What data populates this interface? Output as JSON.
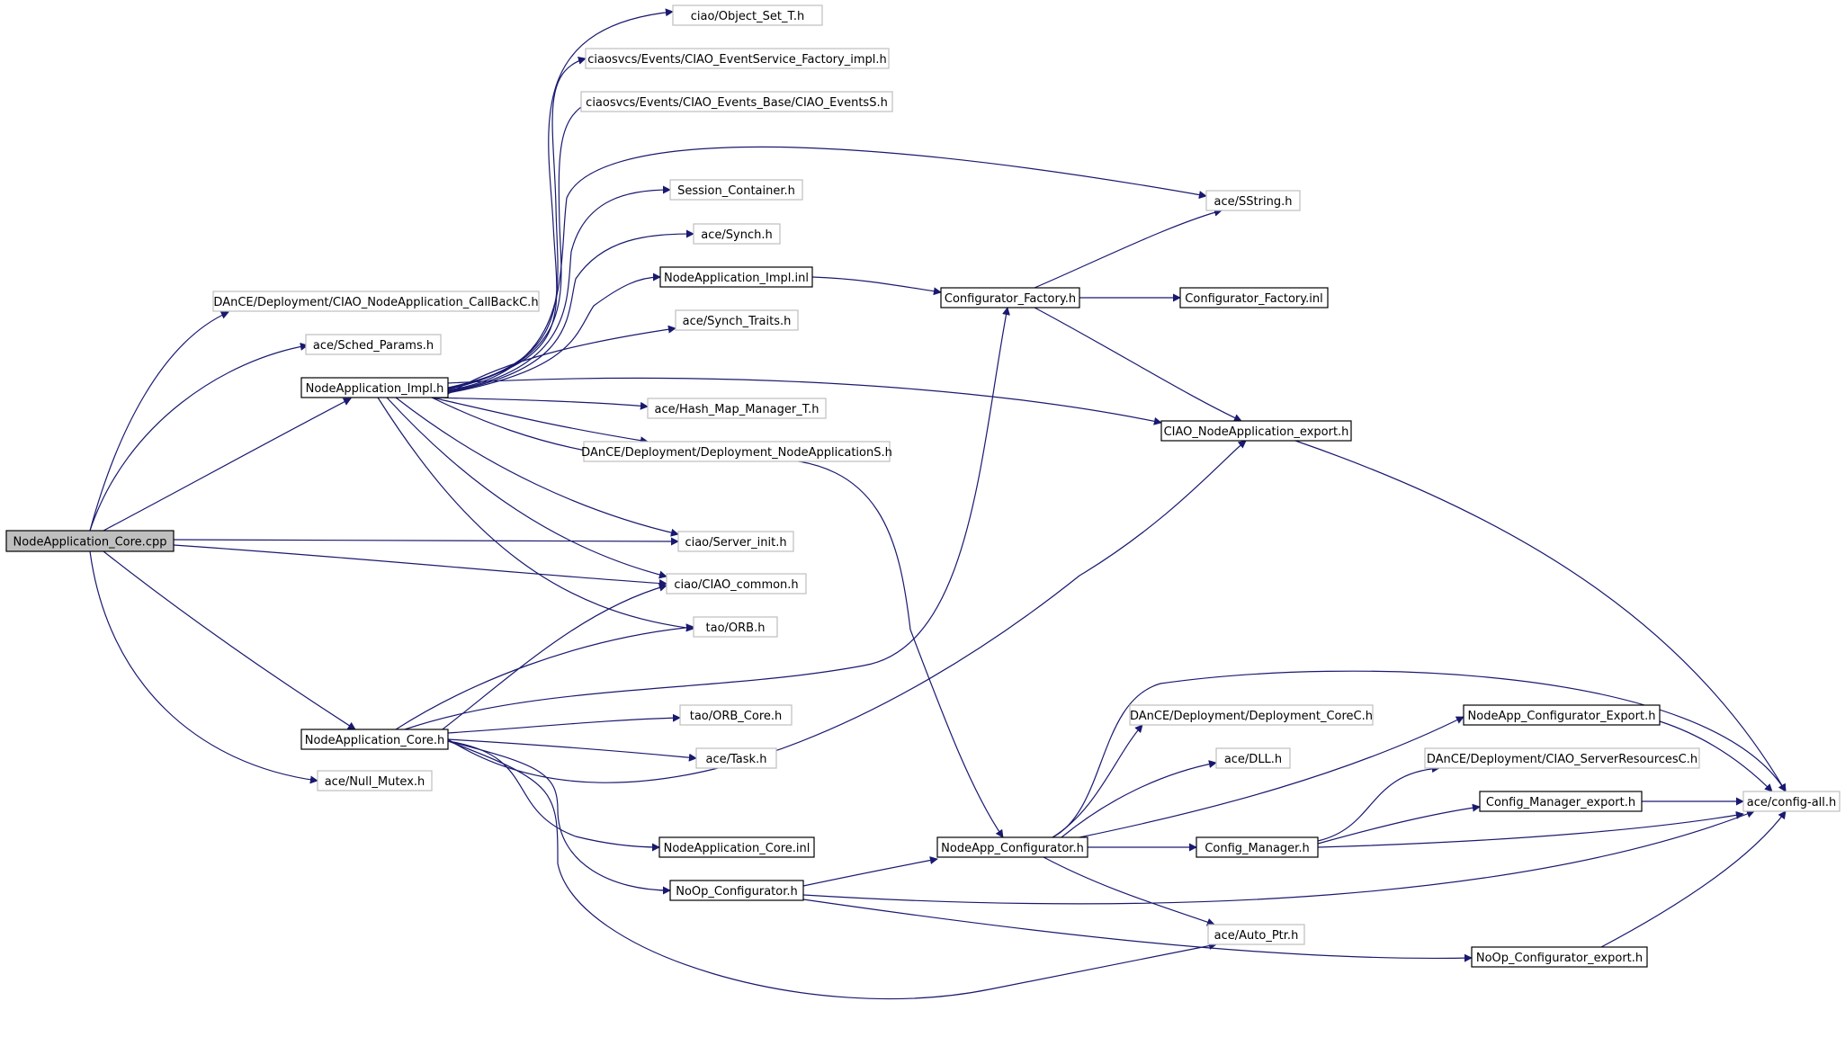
{
  "nodes": [
    {
      "id": "root",
      "label": "NodeApplication_Core.cpp",
      "kind": "root"
    },
    {
      "id": "n_impl_h",
      "label": "NodeApplication_Impl.h",
      "kind": "linked"
    },
    {
      "id": "n_core_h",
      "label": "NodeApplication_Core.h",
      "kind": "linked"
    },
    {
      "id": "n_callback",
      "label": "DAnCE/Deployment/CIAO_NodeApplication_CallBackC.h",
      "kind": "ext"
    },
    {
      "id": "n_sched",
      "label": "ace/Sched_Params.h",
      "kind": "ext"
    },
    {
      "id": "n_nullmutex",
      "label": "ace/Null_Mutex.h",
      "kind": "ext"
    },
    {
      "id": "n_objset",
      "label": "ciao/Object_Set_T.h",
      "kind": "ext"
    },
    {
      "id": "n_evfactory",
      "label": "ciaosvcs/Events/CIAO_EventService_Factory_impl.h",
      "kind": "ext"
    },
    {
      "id": "n_evbase",
      "label": "ciaosvcs/Events/CIAO_Events_Base/CIAO_EventsS.h",
      "kind": "ext"
    },
    {
      "id": "n_session",
      "label": "Session_Container.h",
      "kind": "ext"
    },
    {
      "id": "n_synch",
      "label": "ace/Synch.h",
      "kind": "ext"
    },
    {
      "id": "n_impl_inl",
      "label": "NodeApplication_Impl.inl",
      "kind": "linked"
    },
    {
      "id": "n_synchtraits",
      "label": "ace/Synch_Traits.h",
      "kind": "ext"
    },
    {
      "id": "n_hashmap",
      "label": "ace/Hash_Map_Manager_T.h",
      "kind": "ext"
    },
    {
      "id": "n_depnodeapp",
      "label": "DAnCE/Deployment/Deployment_NodeApplicationS.h",
      "kind": "ext"
    },
    {
      "id": "n_serverinit",
      "label": "ciao/Server_init.h",
      "kind": "ext"
    },
    {
      "id": "n_ciaocommon",
      "label": "ciao/CIAO_common.h",
      "kind": "ext"
    },
    {
      "id": "n_orb",
      "label": "tao/ORB.h",
      "kind": "ext"
    },
    {
      "id": "n_orbcore",
      "label": "tao/ORB_Core.h",
      "kind": "ext"
    },
    {
      "id": "n_task",
      "label": "ace/Task.h",
      "kind": "ext"
    },
    {
      "id": "n_core_inl",
      "label": "NodeApplication_Core.inl",
      "kind": "linked"
    },
    {
      "id": "n_noop",
      "label": "NoOp_Configurator.h",
      "kind": "linked"
    },
    {
      "id": "n_sstring",
      "label": "ace/SString.h",
      "kind": "ext"
    },
    {
      "id": "n_cfgfactory",
      "label": "Configurator_Factory.h",
      "kind": "linked"
    },
    {
      "id": "n_cfgfactory_inl",
      "label": "Configurator_Factory.inl",
      "kind": "linked"
    },
    {
      "id": "n_ciaoexport",
      "label": "CIAO_NodeApplication_export.h",
      "kind": "linked"
    },
    {
      "id": "n_depcore",
      "label": "DAnCE/Deployment/Deployment_CoreC.h",
      "kind": "ext"
    },
    {
      "id": "n_dll",
      "label": "ace/DLL.h",
      "kind": "ext"
    },
    {
      "id": "n_nodeappcfg",
      "label": "NodeApp_Configurator.h",
      "kind": "linked"
    },
    {
      "id": "n_cfgmanager",
      "label": "Config_Manager.h",
      "kind": "linked"
    },
    {
      "id": "n_autoptr",
      "label": "ace/Auto_Ptr.h",
      "kind": "ext"
    },
    {
      "id": "n_nodeappexport",
      "label": "NodeApp_Configurator_Export.h",
      "kind": "linked"
    },
    {
      "id": "n_serverres",
      "label": "DAnCE/Deployment/CIAO_ServerResourcesC.h",
      "kind": "ext"
    },
    {
      "id": "n_cfgmgrexport",
      "label": "Config_Manager_export.h",
      "kind": "linked"
    },
    {
      "id": "n_noopexport",
      "label": "NoOp_Configurator_export.h",
      "kind": "linked"
    },
    {
      "id": "n_configall",
      "label": "ace/config-all.h",
      "kind": "ext"
    }
  ],
  "edges": [
    [
      "root",
      "n_callback"
    ],
    [
      "root",
      "n_sched"
    ],
    [
      "root",
      "n_impl_h"
    ],
    [
      "root",
      "n_serverinit"
    ],
    [
      "root",
      "n_ciaocommon"
    ],
    [
      "root",
      "n_core_h"
    ],
    [
      "root",
      "n_nullmutex"
    ],
    [
      "n_impl_h",
      "n_objset"
    ],
    [
      "n_impl_h",
      "n_evfactory"
    ],
    [
      "n_impl_h",
      "n_evbase"
    ],
    [
      "n_impl_h",
      "n_sstring"
    ],
    [
      "n_impl_h",
      "n_session"
    ],
    [
      "n_impl_h",
      "n_synch"
    ],
    [
      "n_impl_h",
      "n_impl_inl"
    ],
    [
      "n_impl_h",
      "n_synchtraits"
    ],
    [
      "n_impl_h",
      "n_ciaoexport"
    ],
    [
      "n_impl_h",
      "n_hashmap"
    ],
    [
      "n_impl_h",
      "n_depnodeapp"
    ],
    [
      "n_impl_h",
      "n_nodeappcfg"
    ],
    [
      "n_impl_h",
      "n_serverinit"
    ],
    [
      "n_impl_h",
      "n_ciaocommon"
    ],
    [
      "n_impl_h",
      "n_orb"
    ],
    [
      "n_impl_inl",
      "n_cfgfactory"
    ],
    [
      "n_cfgfactory",
      "n_sstring"
    ],
    [
      "n_cfgfactory",
      "n_cfgfactory_inl"
    ],
    [
      "n_cfgfactory",
      "n_ciaoexport"
    ],
    [
      "n_ciaoexport",
      "n_configall"
    ],
    [
      "n_core_h",
      "n_orb"
    ],
    [
      "n_core_h",
      "n_cfgfactory"
    ],
    [
      "n_core_h",
      "n_orbcore"
    ],
    [
      "n_core_h",
      "n_task"
    ],
    [
      "n_core_h",
      "n_ciaoexport"
    ],
    [
      "n_core_h",
      "n_ciaocommon"
    ],
    [
      "n_core_h",
      "n_core_inl"
    ],
    [
      "n_core_h",
      "n_noop"
    ],
    [
      "n_core_h",
      "n_autoptr"
    ],
    [
      "n_noop",
      "n_nodeappcfg"
    ],
    [
      "n_noop",
      "n_configall"
    ],
    [
      "n_noop",
      "n_noopexport"
    ],
    [
      "n_nodeappcfg",
      "n_configall"
    ],
    [
      "n_nodeappcfg",
      "n_depcore"
    ],
    [
      "n_nodeappcfg",
      "n_dll"
    ],
    [
      "n_nodeappcfg",
      "n_nodeappexport"
    ],
    [
      "n_nodeappcfg",
      "n_cfgmanager"
    ],
    [
      "n_nodeappcfg",
      "n_autoptr"
    ],
    [
      "n_cfgmanager",
      "n_serverres"
    ],
    [
      "n_cfgmanager",
      "n_cfgmgrexport"
    ],
    [
      "n_cfgmanager",
      "n_configall"
    ],
    [
      "n_nodeappexport",
      "n_configall"
    ],
    [
      "n_cfgmgrexport",
      "n_configall"
    ],
    [
      "n_noopexport",
      "n_configall"
    ]
  ]
}
